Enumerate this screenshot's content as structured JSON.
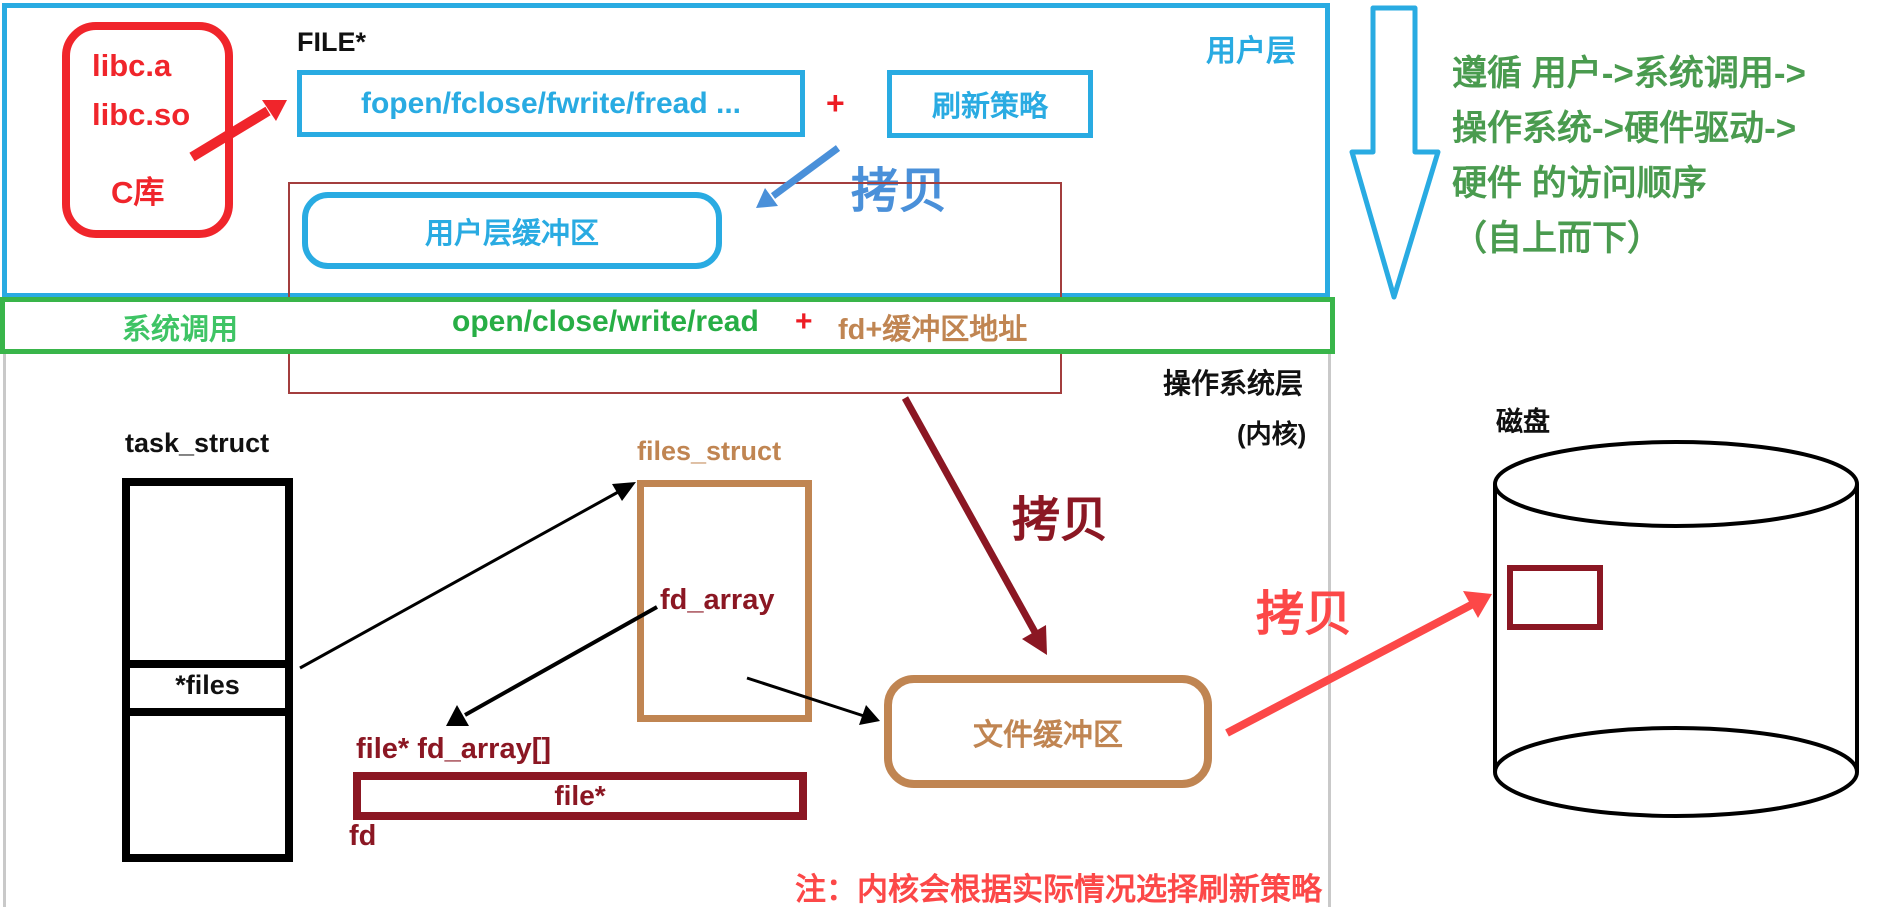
{
  "colors": {
    "blue": "#29abe2",
    "copy_blue": "#4a90d9",
    "green_border": "#39b54a",
    "syscall_label_green": "#3fc465",
    "syscall_calls_green": "#27ae45",
    "flow_text_green": "#4a9b4f",
    "red": "#f0252b",
    "plus_red": "#ed1c24",
    "salmon_red": "#fc4848",
    "dark_red": "#8b1723",
    "thin_rect_red": "#a33e3e",
    "brown": "#c08552",
    "gray_line": "#c9c9c9",
    "black": "#111111"
  },
  "user_layer": {
    "label": "用户层",
    "clib_box": {
      "lines": [
        "libc.a",
        "libc.so",
        "C库"
      ]
    },
    "file_ptr_label": "FILE*",
    "stdio_box": "fopen/fclose/fwrite/fread ...",
    "plus": "+",
    "flush_box": "刷新策略",
    "copy_label": "拷贝",
    "user_buffer_box": "用户层缓冲区"
  },
  "syscall_bar": {
    "label": "系统调用",
    "calls": "open/close/write/read",
    "plus": "+",
    "args": "fd+缓冲区地址"
  },
  "os_layer": {
    "label_line1": "操作系统层",
    "label_line2": "(内核)",
    "task_struct": {
      "title": "task_struct",
      "cell": "*files"
    },
    "files_struct": {
      "title": "files_struct",
      "field": "fd_array"
    },
    "fd_array_label": "file* fd_array[]",
    "file_cell": "file*",
    "fd_label": "fd",
    "copy_label": "拷贝",
    "file_buffer_box": "文件缓冲区",
    "note": "注：内核会根据实际情况选择刷新策略"
  },
  "disk": {
    "label": "磁盘",
    "copy_label": "拷贝"
  },
  "flow_note": {
    "lines": [
      "遵循 用户->系统调用->",
      "操作系统->硬件驱动->",
      "硬件 的访问顺序",
      "（自上而下）"
    ]
  }
}
